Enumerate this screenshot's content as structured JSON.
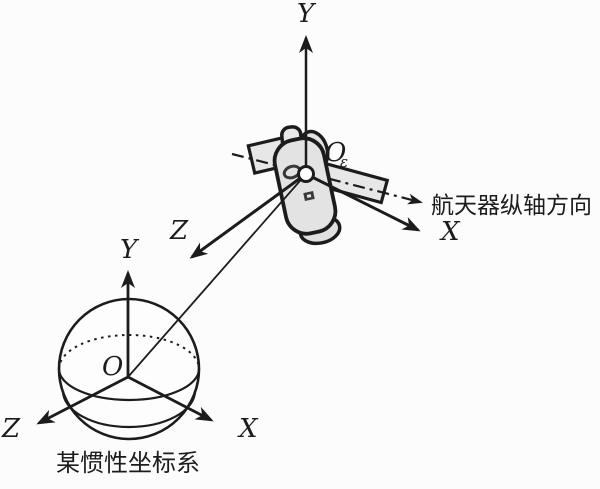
{
  "colors": {
    "background": "#fcfcfc",
    "ink": "#1c1c1c",
    "satellite_fill": "#e3e3e3",
    "panel_fill": "#e7e7e7"
  },
  "spacecraft_frame": {
    "origin_label": "O",
    "origin_subscript": "ε",
    "axis_x_label": "X",
    "axis_y_label": "Y",
    "axis_z_label": "Z",
    "longitudinal_axis_label": "航天器纵轴方向"
  },
  "inertial_frame": {
    "origin_label": "O",
    "axis_x_label": "X",
    "axis_y_label": "Y",
    "axis_z_label": "Z",
    "caption": "某惯性坐标系"
  }
}
